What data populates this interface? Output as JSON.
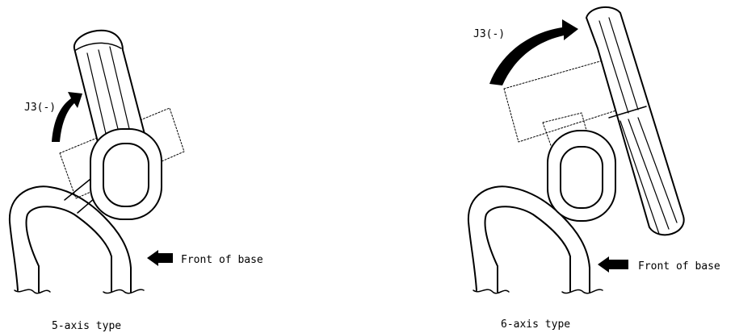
{
  "left_figure": {
    "rotation_label": "J3(-)",
    "base_label": "Front of base",
    "caption": "5-axis type"
  },
  "right_figure": {
    "rotation_label": "J3(-)",
    "base_label": "Front of base",
    "caption": "6-axis type"
  },
  "colors": {
    "line": "#000000",
    "fill": "#ffffff"
  }
}
